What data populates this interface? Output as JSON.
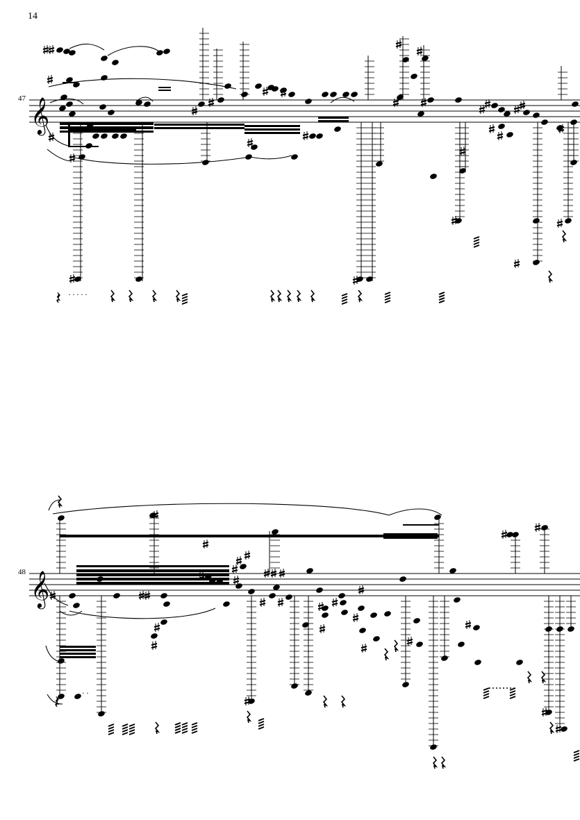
{
  "page": {
    "number": "14"
  },
  "systems": [
    {
      "measure_number": "47"
    },
    {
      "measure_number": "48"
    }
  ]
}
